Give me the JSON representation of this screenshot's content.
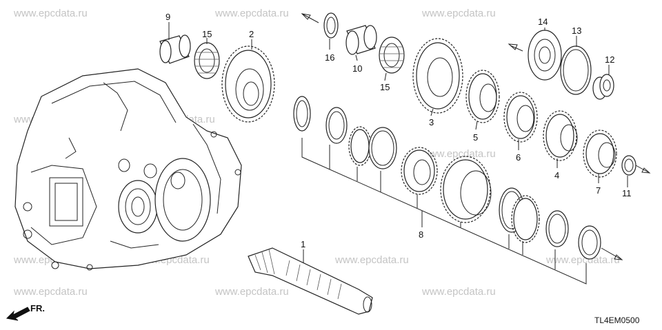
{
  "watermark": "www.epcdata.ru",
  "diagram_code": "TL4EM0500",
  "front_marker": "FR.",
  "callouts": {
    "c1": "1",
    "c2": "2",
    "c3": "3",
    "c4": "4",
    "c5": "5",
    "c6": "6",
    "c7": "7",
    "c8": "8",
    "c9": "9",
    "c10": "10",
    "c11": "11",
    "c12": "12",
    "c13": "13",
    "c14": "14",
    "c15a": "15",
    "c15b": "15",
    "c16": "16"
  }
}
